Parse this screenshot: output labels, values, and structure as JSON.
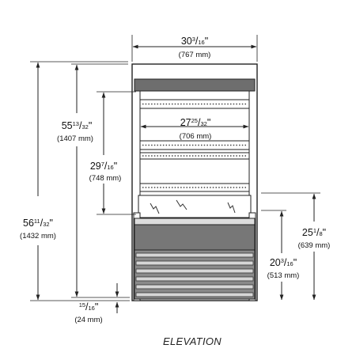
{
  "title": "ELEVATION",
  "dimensions": {
    "overall_width": {
      "whole": "30",
      "num": "3",
      "den": "16",
      "unit": "\"",
      "metric": "(767 mm)"
    },
    "interior_width": {
      "whole": "27",
      "num": "25",
      "den": "32",
      "unit": "\"",
      "metric": "(706 mm)"
    },
    "height_to_top": {
      "whole": "55",
      "num": "13",
      "den": "32",
      "unit": "\"",
      "metric": "(1407 mm)"
    },
    "overall_height": {
      "whole": "56",
      "num": "11",
      "den": "32",
      "unit": "\"",
      "metric": "(1432 mm)"
    },
    "display_height": {
      "whole": "29",
      "num": "7",
      "den": "16",
      "unit": "\"",
      "metric": "(748 mm)"
    },
    "base_offset": {
      "whole": "",
      "num": "15",
      "den": "16",
      "unit": "\"",
      "metric": "(24 mm)"
    },
    "lower_height": {
      "whole": "25",
      "num": "1",
      "den": "8",
      "unit": "\"",
      "metric": "(639 mm)"
    },
    "deck_height": {
      "whole": "20",
      "num": "3",
      "den": "16",
      "unit": "\"",
      "metric": "(513 mm)"
    }
  },
  "colors": {
    "line": "#222222",
    "cabinet": "#ffffff",
    "top_band": "#6e6e6e",
    "lower_panel": "#777777",
    "grille": "#8a8a8a",
    "grille_slot": "#d6d6d6"
  }
}
